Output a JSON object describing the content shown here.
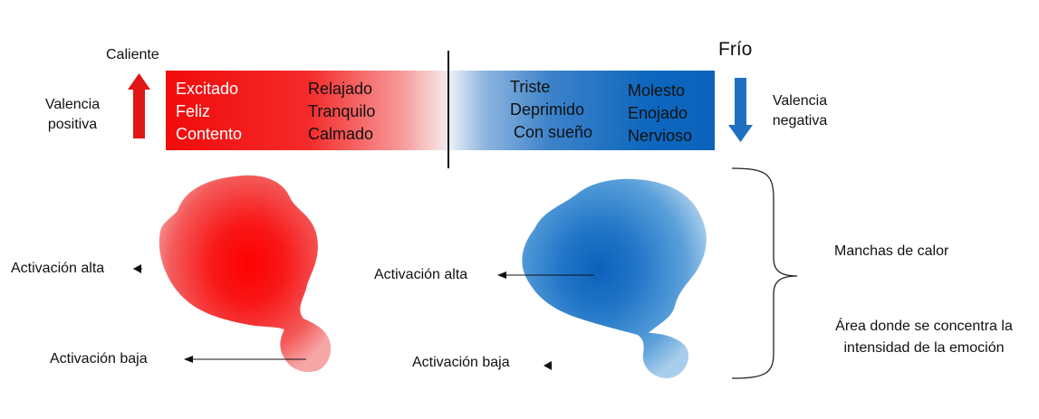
{
  "top": {
    "hot_label": "Caliente",
    "cold_label": "Frío",
    "positive_valence": [
      "Valencia",
      "positiva"
    ],
    "negative_valence": [
      "Valencia",
      "negativa"
    ]
  },
  "emotions": {
    "col1": [
      "Excitado",
      "Feliz",
      "Contento"
    ],
    "col2": [
      "Relajado",
      "Tranquilo",
      "Calmado"
    ],
    "col3": [
      "Triste",
      "Deprimido",
      "Con sueño"
    ],
    "col4": [
      "Molesto",
      "Enojado",
      "Nervioso"
    ]
  },
  "left_blob": {
    "high_label": "Activación alta",
    "low_label": "Activación baja"
  },
  "right_blob": {
    "high_label": "Activación alta",
    "low_label": "Activación baja"
  },
  "legend": {
    "title": "Manchas de calor",
    "description": [
      "Área donde se concentra la",
      "intensidad de la emoción"
    ]
  },
  "colors": {
    "hot": "#f20b0b",
    "cold": "#0b63bc",
    "arrow_up": "#e11717",
    "arrow_down": "#1f6fc2"
  }
}
